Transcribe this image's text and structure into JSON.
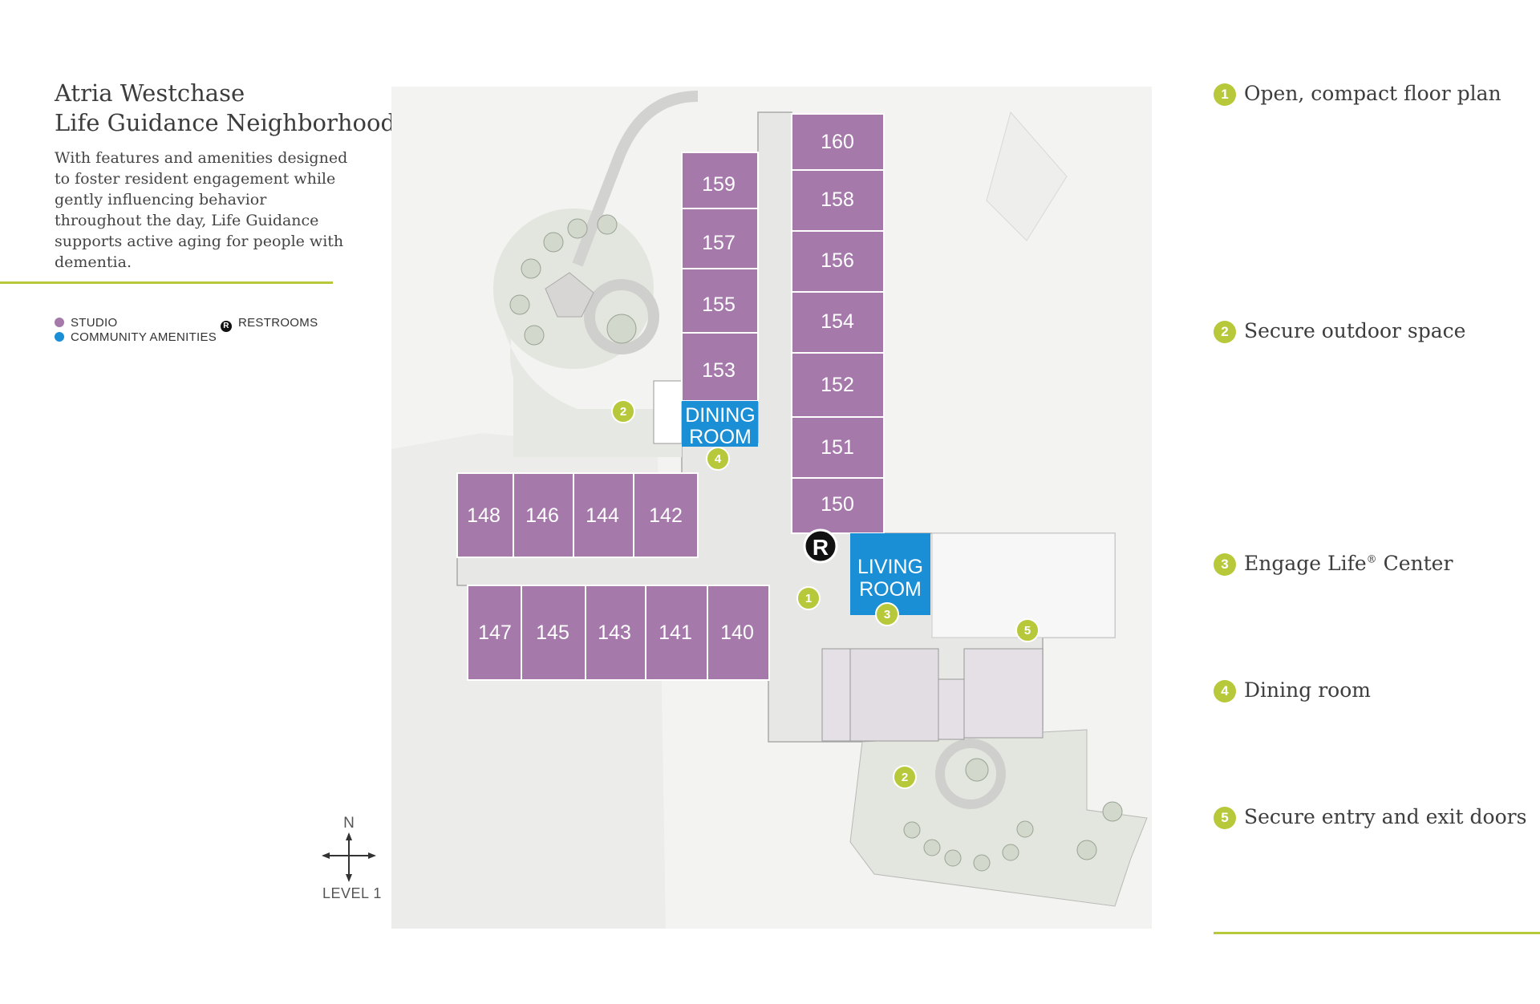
{
  "header": {
    "title_line1": "Atria Westchase",
    "title_line2": "Life Guidance Neighborhood",
    "description": "With features and amenities designed to foster resident engagement while gently influencing behavior throughout the day, Life Guidance supports active aging for people with dementia."
  },
  "legend": {
    "studio": "STUDIO",
    "community_amenities": "COMMUNITY AMENITIES",
    "restrooms": "RESTROOMS",
    "restroom_symbol": "R",
    "colors": {
      "studio": "#a57aab",
      "community": "#1a8fd5",
      "accent": "#b7c93a"
    }
  },
  "features": [
    {
      "num": "1",
      "label": "Open, compact floor plan"
    },
    {
      "num": "2",
      "label": "Secure outdoor space"
    },
    {
      "num": "3",
      "label": "Engage Life",
      "sup": "®",
      "label_after": " Center"
    },
    {
      "num": "4",
      "label": "Dining room"
    },
    {
      "num": "5",
      "label": "Secure entry and exit doors"
    }
  ],
  "rooms": {
    "r160": "160",
    "r158": "158",
    "r156": "156",
    "r154": "154",
    "r152": "152",
    "r151": "151",
    "r150": "150",
    "r159": "159",
    "r157": "157",
    "r155": "155",
    "r153": "153",
    "r148": "148",
    "r146": "146",
    "r144": "144",
    "r142": "142",
    "r147": "147",
    "r145": "145",
    "r143": "143",
    "r141": "141",
    "r140": "140"
  },
  "amenities": {
    "dining_line1": "DINING",
    "dining_line2": "ROOM",
    "living_line1": "LIVING",
    "living_line2": "ROOM"
  },
  "markers": {
    "m1": "1",
    "m2a": "2",
    "m2b": "2",
    "m3": "3",
    "m4": "4",
    "m5": "5",
    "restroom": "R"
  },
  "compass": {
    "north": "N",
    "level": "LEVEL 1"
  }
}
